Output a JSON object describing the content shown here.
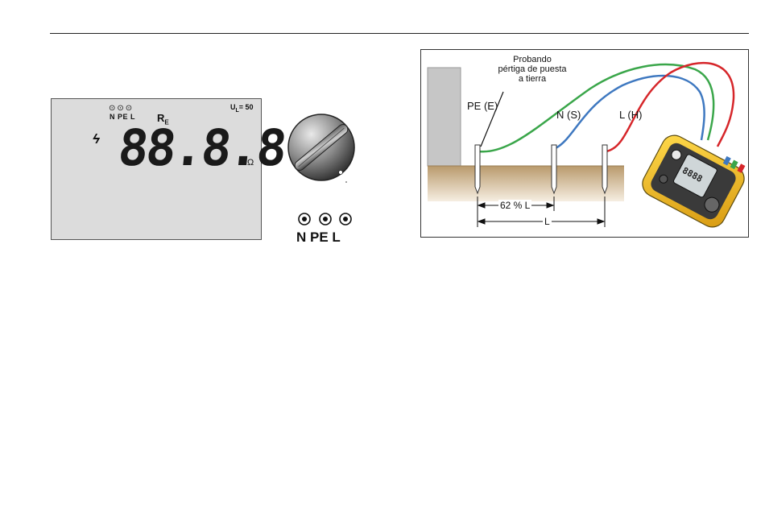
{
  "lcd": {
    "terminal_labels": "N PE L",
    "ul_label": "U",
    "ul_sub": "L",
    "ul_value": "= 50",
    "re_label": "R",
    "re_sub": "E",
    "digits": "88.8.8",
    "unit": "Ω",
    "bolt_symbol": "ϟ"
  },
  "terminals": {
    "label": "N PE  L"
  },
  "diagram": {
    "callout": {
      "line1": "Probando",
      "line2": "pértiga de puesta",
      "line3": "a tierra"
    },
    "pe_label": "PE (E)",
    "n_label": "N (S)",
    "l_label": "L (H)",
    "dim_62": "62 % L",
    "dim_L": "L",
    "meter_display": "8888",
    "colors": {
      "green": "#3aa64a",
      "blue": "#3e78c0",
      "red": "#d6262a",
      "soil": "#c9b38f",
      "wall": "#c7c7c7",
      "meter": "#f3c21c"
    }
  }
}
